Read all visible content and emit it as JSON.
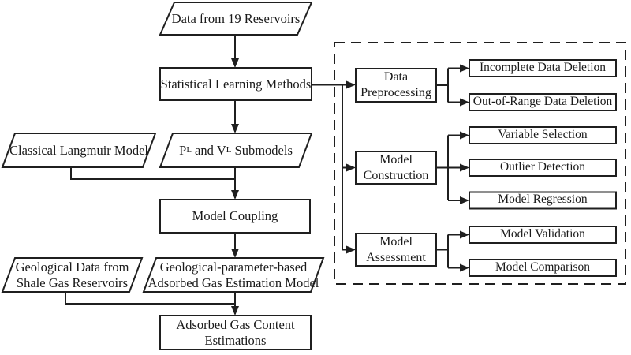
{
  "diagram": {
    "title_hint": "Adsorbed gas estimation workflow flowchart",
    "colors": {
      "line": "#1f1f1f",
      "box_fill": "#ffffff",
      "background": "#ffffff",
      "text": "#1a1a1a"
    },
    "nodes": {
      "data_source": "Data from 19 Reservoirs",
      "statistical_learning": "Statistical Learning Methods",
      "classical_langmuir": "Classical Langmuir Model",
      "submodels_p": "P",
      "submodels_p_sub": "L",
      "submodels_and": "and",
      "submodels_v": "V",
      "submodels_v_sub": "L",
      "submodels_rest": "Submodels",
      "model_coupling": "Model Coupling",
      "geological_data_line1": "Geological Data from",
      "geological_data_line2": "Shale Gas Reservoirs",
      "estimation_model_line1": "Geological-parameter-based",
      "estimation_model_line2": "Adsorbed Gas Estimation Model",
      "output_line1": "Adsorbed Gas Content",
      "output_line2": "Estimations"
    },
    "process_groups": [
      {
        "label_line1": "Data",
        "label_line2": "Preprocessing",
        "steps": [
          "Incomplete Data Deletion",
          "Out-of-Range Data Deletion"
        ]
      },
      {
        "label_line1": "Model",
        "label_line2": "Construction",
        "steps": [
          "Variable Selection",
          "Outlier Detection",
          "Model Regression"
        ]
      },
      {
        "label_line1": "Model",
        "label_line2": "Assessment",
        "steps": [
          "Model Validation",
          "Model Comparison"
        ]
      }
    ]
  }
}
